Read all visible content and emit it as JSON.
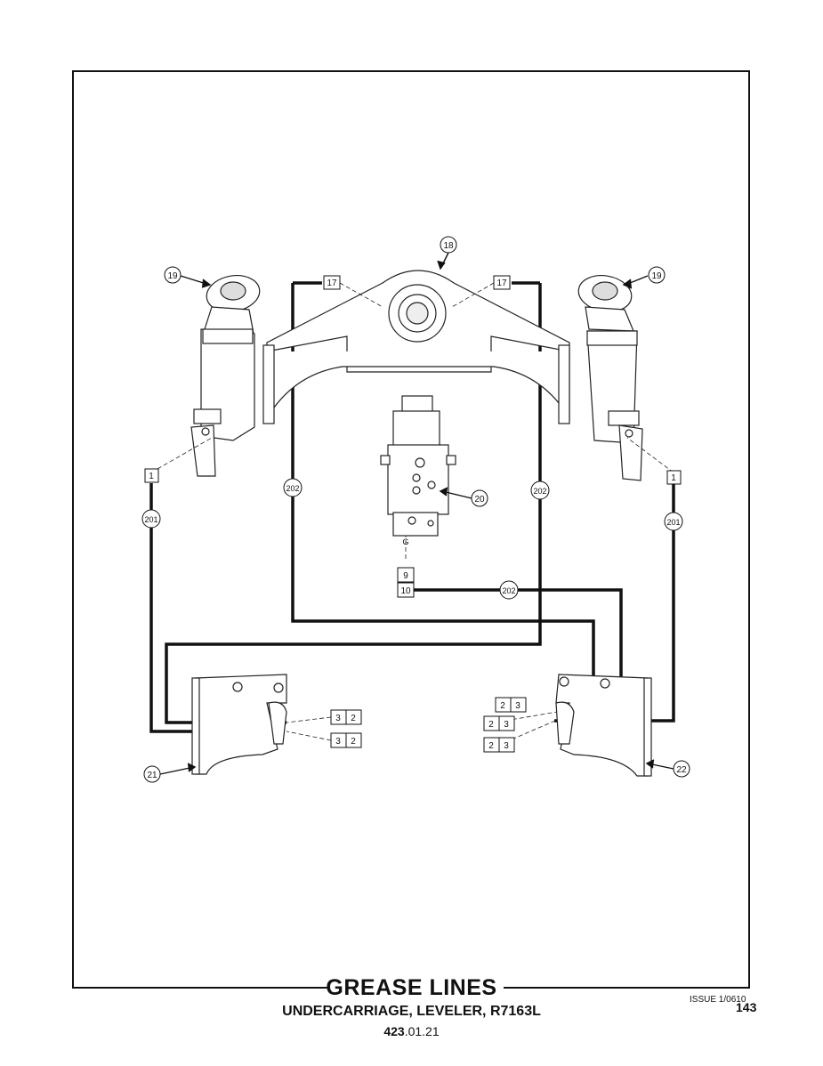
{
  "document": {
    "title": "GREASE LINES",
    "subtitle": "UNDERCARRIAGE, LEVELER, R7163L",
    "code_bold": "423",
    "code_rest": ".01.21",
    "issue": "ISSUE 1/0610",
    "page_number": "143"
  },
  "callouts": {
    "c18": "18",
    "c19_left": "19",
    "c19_right": "19",
    "c20": "20",
    "c21": "21",
    "c22": "22",
    "c201_left": "201",
    "c201_right": "201",
    "c202_left": "202",
    "c202_right": "202",
    "c202_bottom": "202"
  },
  "boxes": {
    "b17_left": "17",
    "b17_right": "17",
    "b1_left": "1",
    "b1_right": "1",
    "b9": "9",
    "b10": "10",
    "left_pair_1": [
      "3",
      "2"
    ],
    "left_pair_2": [
      "3",
      "2"
    ],
    "right_pair_1": [
      "2",
      "3"
    ],
    "right_pair_2": [
      "2",
      "3"
    ],
    "right_pair_3": [
      "2",
      "3"
    ]
  },
  "labels": {
    "port_g": "G"
  }
}
